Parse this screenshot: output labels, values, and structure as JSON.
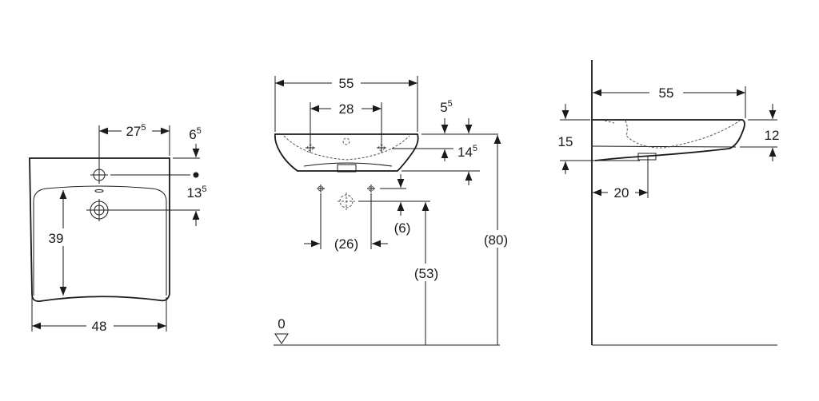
{
  "title": "Washbasin dimension drawing",
  "front_view": {
    "tap_offset": {
      "main": "27",
      "sup": "5"
    },
    "top_to_tap": {
      "main": "6",
      "sup": "5"
    },
    "tap_to_drain": {
      "main": "13",
      "sup": "5"
    },
    "bowl_depth": "39",
    "width": "48"
  },
  "side_view": {
    "width": "55",
    "hole_spacing": "28",
    "rim": {
      "main": "5",
      "sup": "5"
    },
    "overflow_height": {
      "main": "14",
      "sup": "5"
    },
    "drain_offset": "(6)",
    "supply_spacing": "(26)",
    "waste_height": "(53)",
    "rim_height": "(80)",
    "floor_level": "0"
  },
  "profile_view": {
    "projection": "55",
    "height_wall": "15",
    "height_front": "12",
    "drain_from_wall": "20"
  }
}
